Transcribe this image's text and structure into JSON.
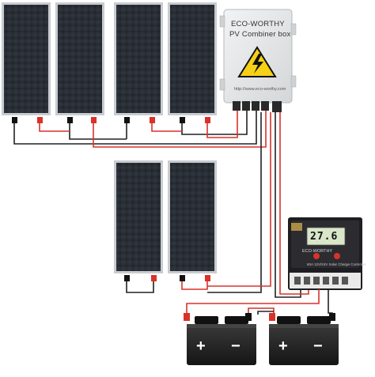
{
  "combiner_box": {
    "brand": "ECO-WORTHY",
    "title": "PV Combiner box",
    "url": "http://www.eco-worthy.com"
  },
  "charge_controller": {
    "display": "27.6",
    "brand": "ECO-WORTHY",
    "model": "60A 12V/24V Solar Charge Controller"
  },
  "battery_1": {
    "plus": "+",
    "minus": "−"
  },
  "battery_2": {
    "plus": "+",
    "minus": "−"
  },
  "colors": {
    "wire_positive": "#d9322b",
    "wire_negative": "#222222",
    "panel_frame": "#c8ccd0",
    "panel_cell": "#1c1f24",
    "combiner_body": "#e8e9ea",
    "controller_body": "#1e1e22",
    "battery_body": "#222222"
  }
}
